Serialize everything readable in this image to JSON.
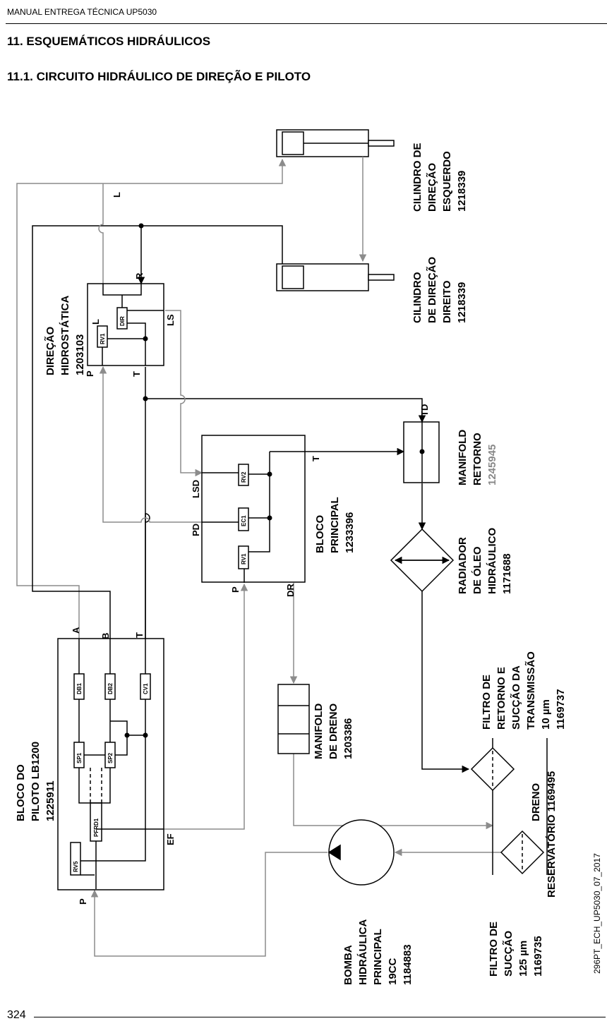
{
  "header": {
    "manual_title": "MANUAL ENTREGA TÉCNICA UP5030"
  },
  "section": {
    "title": "11.  ESQUEMÁTICOS HIDRÁULICOS",
    "subtitle": "11.1.    CIRCUITO HIDRÁULICO DE DIREÇÃO E PILOTO"
  },
  "page_number": "324",
  "doc_code": "296PT_ECH_UP5030_07_2017",
  "components": {
    "cyl_left": [
      "CILINDRO DE",
      "DIREÇÃO",
      "ESQUERDO",
      "1218339"
    ],
    "cyl_right": [
      "CILINDRO",
      "DE DIREÇÃO",
      "DIREITO",
      "1218339"
    ],
    "steering": [
      "DIREÇÃO",
      "HIDROSTÁTICA",
      "1203103"
    ],
    "return_manifold": [
      "MANIFOLD",
      "RETORNO"
    ],
    "return_manifold_code": "1245945",
    "main_block": [
      "BLOCO",
      "PRINCIPAL",
      "1233396"
    ],
    "radiator": [
      "RADIADOR",
      "DE ÓLEO",
      "HIDRÁULICO",
      "1171688"
    ],
    "pilot_block": [
      "BLOCO DO",
      "PILOTO LB1200",
      "1225911"
    ],
    "drain_manifold": [
      "MANIFOLD",
      "DE DRENO",
      "1203386"
    ],
    "return_filter": [
      "FILTRO DE",
      "RETORNO E",
      "SUCÇÃO DA",
      "TRANSMISSÃO",
      "10 µm",
      "1169737"
    ],
    "reservoir": "RESERVATÓRIO 1169495",
    "drain": "DRENO",
    "pump": [
      "BOMBA",
      "HIDRÁULICA",
      "PRINCIPAL",
      "19CC",
      "1184883"
    ],
    "suction_filter": [
      "FILTRO DE",
      "SUCÇÃO",
      "125 µm",
      "1169735"
    ]
  },
  "ports": {
    "L": "L",
    "R": "R",
    "LS": "LS",
    "T": "T",
    "P": "P",
    "TD": "TD",
    "LSD": "LSD",
    "PD": "PD",
    "DR": "DR",
    "A": "A",
    "B": "B",
    "EF": "EF"
  },
  "valves": {
    "rv1": "RV1",
    "dir": "DIR",
    "rv2": "RV2",
    "ec1": "EC1",
    "db1": "DB1",
    "db2": "DB2",
    "cv1": "CV1",
    "sp1": "SP1",
    "sp2": "SP2",
    "pfrd1": "PFRD1",
    "rv5": "RV5"
  },
  "colors": {
    "black_line": "#000000",
    "grey_line": "#8c8c8c",
    "grey_text": "#888888"
  }
}
